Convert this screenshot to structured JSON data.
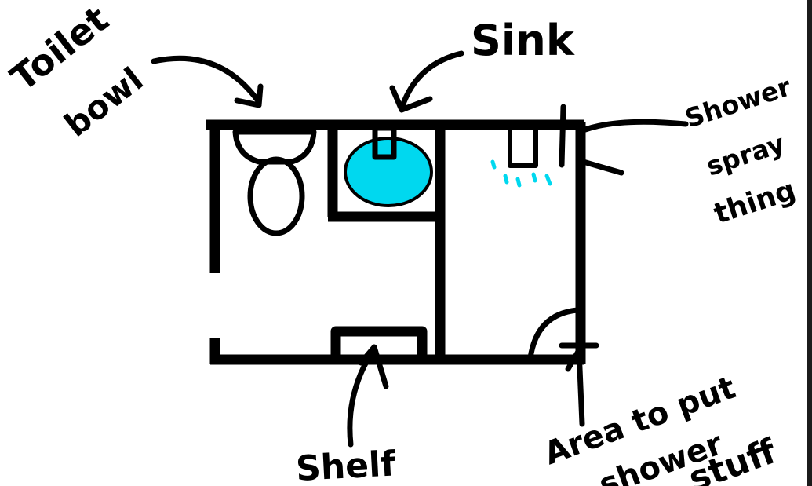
{
  "labels": {
    "toilet_line1": "Toilet",
    "toilet_line2": "bowl",
    "sink": "Sink",
    "shower_line1": "Shower",
    "shower_line2": "spray",
    "shower_line3": "thing",
    "shelf": "Shelf",
    "area_line1": "Area to put",
    "area_line2": "shower",
    "area_line3": "stuff"
  },
  "colors": {
    "ink": "#000000",
    "water": "#00d8ef",
    "background": "#ffffff",
    "edge_bar": "#1b1b1b"
  }
}
